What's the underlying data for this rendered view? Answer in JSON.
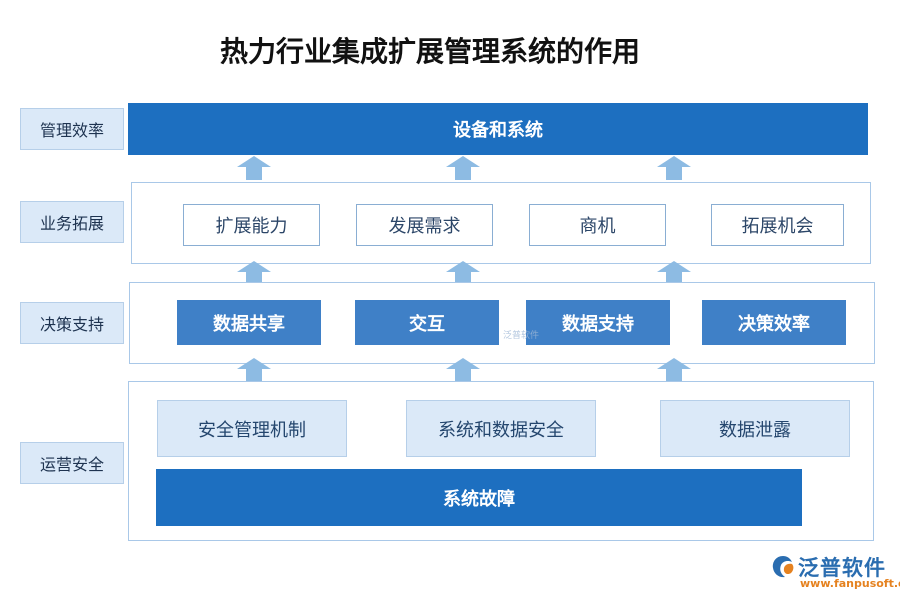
{
  "title": "热力行业集成扩展管理系统的作用",
  "layers": {
    "efficiency": {
      "label": "管理效率",
      "bar": "设备和系统"
    },
    "business": {
      "label": "业务拓展",
      "items": [
        "扩展能力",
        "发展需求",
        "商机",
        "拓展机会"
      ]
    },
    "decision": {
      "label": "决策支持",
      "items": [
        "数据共享",
        "交互",
        "数据支持",
        "决策效率"
      ]
    },
    "operations": {
      "label": "运营安全",
      "items": [
        "安全管理机制",
        "系统和数据安全",
        "数据泄露"
      ],
      "bar": "系统故障"
    }
  },
  "logo": {
    "brand": "泛普软件",
    "url": "www.fanpusoft.com"
  },
  "watermark": "泛普软件",
  "colors": {
    "dark_blue": "#1d6fc0",
    "mid_blue": "#3f80c7",
    "light_blue": "#dbe9f8",
    "arrow": "#8dbbe3"
  }
}
